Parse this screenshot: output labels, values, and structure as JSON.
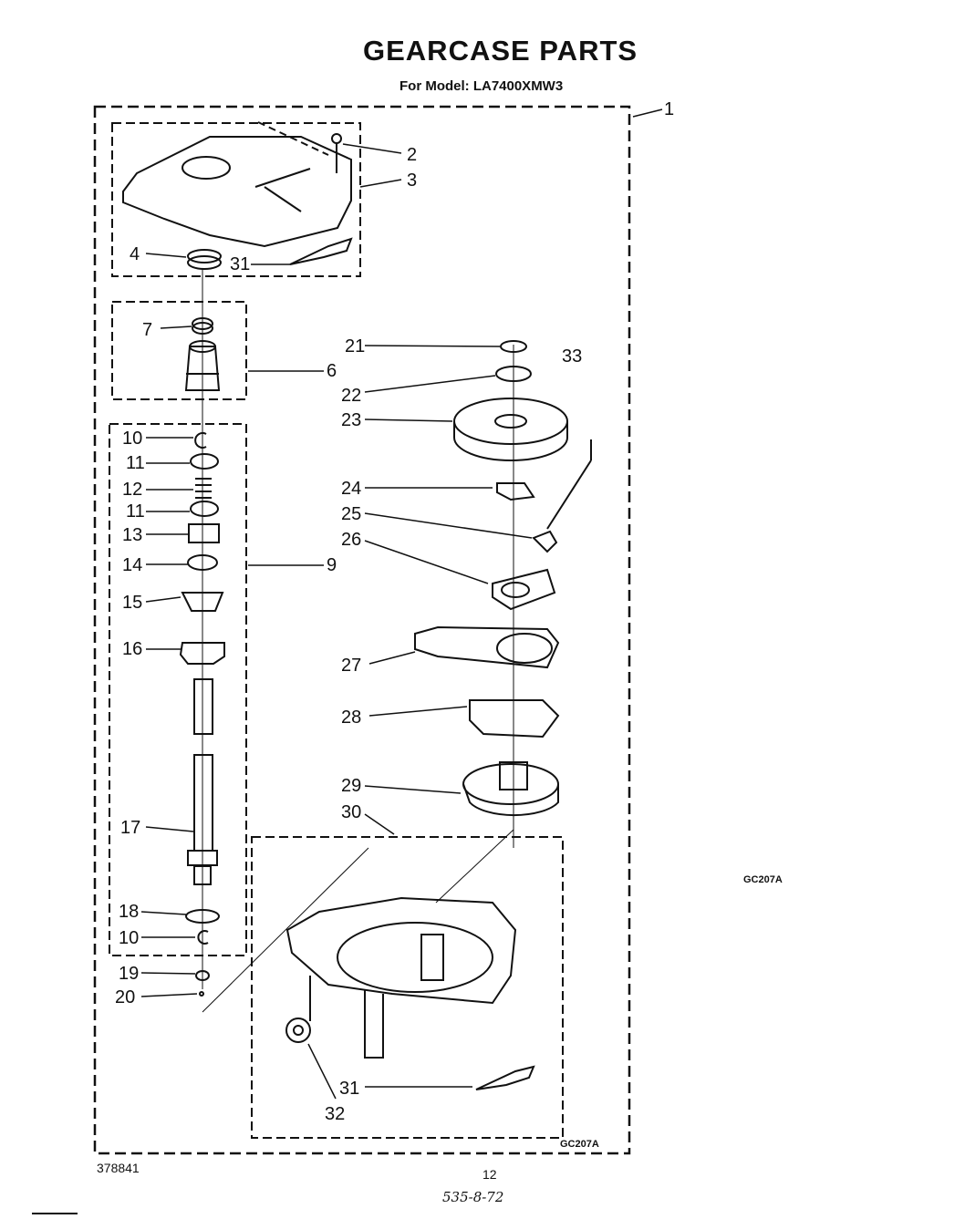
{
  "header": {
    "title": "GEARCASE PARTS",
    "subtitle": "For Model: LA7400XMW3"
  },
  "callouts": [
    {
      "id": "c1",
      "label": "1"
    },
    {
      "id": "c2",
      "label": "2"
    },
    {
      "id": "c3",
      "label": "3"
    },
    {
      "id": "c4",
      "label": "4"
    },
    {
      "id": "c31a",
      "label": "31"
    },
    {
      "id": "c7",
      "label": "7"
    },
    {
      "id": "c6",
      "label": "6"
    },
    {
      "id": "c10a",
      "label": "10"
    },
    {
      "id": "c11a",
      "label": "11"
    },
    {
      "id": "c12",
      "label": "12"
    },
    {
      "id": "c11b",
      "label": "11"
    },
    {
      "id": "c13",
      "label": "13"
    },
    {
      "id": "c14",
      "label": "14"
    },
    {
      "id": "c9",
      "label": "9"
    },
    {
      "id": "c15",
      "label": "15"
    },
    {
      "id": "c16",
      "label": "16"
    },
    {
      "id": "c17",
      "label": "17"
    },
    {
      "id": "c18",
      "label": "18"
    },
    {
      "id": "c10b",
      "label": "10"
    },
    {
      "id": "c19",
      "label": "19"
    },
    {
      "id": "c20",
      "label": "20"
    },
    {
      "id": "c21",
      "label": "21"
    },
    {
      "id": "c22",
      "label": "22"
    },
    {
      "id": "c23",
      "label": "23"
    },
    {
      "id": "c33",
      "label": "33"
    },
    {
      "id": "c24",
      "label": "24"
    },
    {
      "id": "c25",
      "label": "25"
    },
    {
      "id": "c26",
      "label": "26"
    },
    {
      "id": "c27",
      "label": "27"
    },
    {
      "id": "c28",
      "label": "28"
    },
    {
      "id": "c29",
      "label": "29"
    },
    {
      "id": "c30",
      "label": "30"
    },
    {
      "id": "c31b",
      "label": "31"
    },
    {
      "id": "c32",
      "label": "32"
    }
  ],
  "codes": {
    "figure_code_outer": "GC207A",
    "figure_code_inner": "GC207A"
  },
  "footer": {
    "doc_number": "378841",
    "page_number": "12",
    "handwritten_note": "535-8-72"
  }
}
